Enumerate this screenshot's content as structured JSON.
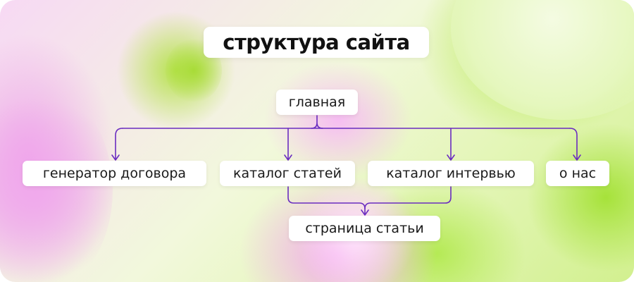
{
  "title": "структура сайта",
  "nodes": {
    "home": "главная",
    "contract_generator": "генератор договора",
    "articles_catalog": "каталог статей",
    "interviews_catalog": "каталог интервью",
    "about": "о нас",
    "article_page": "страница статьи"
  },
  "edges": [
    {
      "from": "home",
      "to": "contract_generator"
    },
    {
      "from": "home",
      "to": "articles_catalog"
    },
    {
      "from": "home",
      "to": "interviews_catalog"
    },
    {
      "from": "home",
      "to": "about"
    },
    {
      "from": "articles_catalog",
      "to": "article_page"
    },
    {
      "from": "interviews_catalog",
      "to": "article_page"
    }
  ],
  "colors": {
    "connector": "#6a2cc0",
    "pink": "#eea3ea",
    "green": "#a6e23a"
  }
}
